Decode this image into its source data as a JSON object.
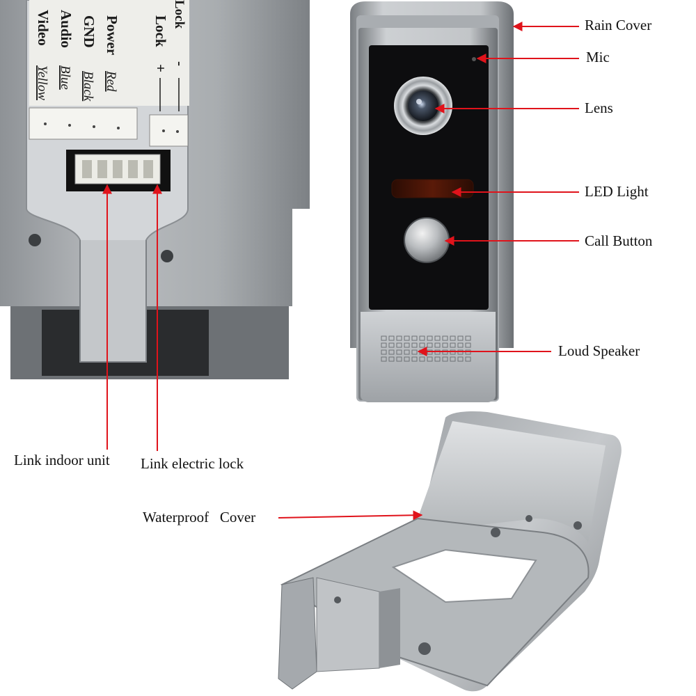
{
  "colors": {
    "arrow": "#e0131b",
    "metal_light": "#c4c7ca",
    "metal_mid": "#a2a6aa",
    "metal_dark": "#6e7276",
    "panel_black": "#0d0d0f",
    "label_text": "#111111"
  },
  "callouts": {
    "rain_cover": "Rain Cover",
    "mic": "Mic",
    "lens": "Lens",
    "led_light": "LED Light",
    "call_button": "Call Button",
    "loud_speaker": "Loud Speaker",
    "link_indoor_unit": "Link indoor unit",
    "link_electric_lock": "Link electric lock",
    "waterproof_cover": "Waterproof   Cover"
  },
  "terminal_sticker": {
    "rows": [
      {
        "name": "Video",
        "color": "Yellow"
      },
      {
        "name": "Audio",
        "color": "Blue"
      },
      {
        "name": "GND",
        "color": "Black"
      },
      {
        "name": "Power",
        "color": "Red"
      }
    ],
    "lock_label": "Lock",
    "lock_label_top": "Lock",
    "lock_plus": "+",
    "lock_minus": "-"
  }
}
